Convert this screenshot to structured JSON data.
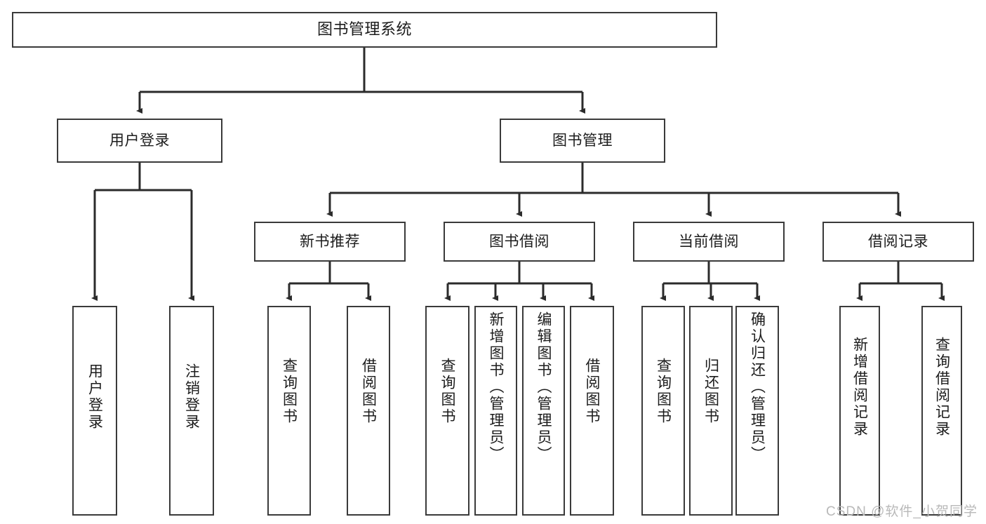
{
  "diagram": {
    "title": "图书管理系统",
    "type": "tree",
    "colors": {
      "box_border": "#3a3a3a",
      "box_fill": "#ffffff",
      "edge": "#2b2b2b",
      "text": "#1c1c1c",
      "watermark": "#b9b9b9",
      "background": "#ffffff"
    },
    "nodes": {
      "root": {
        "label": "图书管理系统"
      },
      "level2": [
        {
          "id": "user-login",
          "label": "用户登录"
        },
        {
          "id": "book-manage",
          "label": "图书管理"
        }
      ],
      "level3": [
        {
          "id": "new-book-rec",
          "label": "新书推荐"
        },
        {
          "id": "book-borrow",
          "label": "图书借阅"
        },
        {
          "id": "current-borrow",
          "label": "当前借阅"
        },
        {
          "id": "borrow-record",
          "label": "借阅记录"
        }
      ],
      "leaves": {
        "user_login": [
          {
            "id": "leaf-user-login",
            "label": "用户登录"
          },
          {
            "id": "leaf-logout",
            "label": "注销登录"
          }
        ],
        "new_book_rec": [
          {
            "id": "leaf-query-book-1",
            "label": "查询图书"
          },
          {
            "id": "leaf-borrow-book-1",
            "label": "借阅图书"
          }
        ],
        "book_borrow": [
          {
            "id": "leaf-query-book-2",
            "label": "查询图书"
          },
          {
            "id": "leaf-add-book",
            "label": "新增图书（管理员）"
          },
          {
            "id": "leaf-edit-book",
            "label": "编辑图书（管理员）"
          },
          {
            "id": "leaf-borrow-book-2",
            "label": "借阅图书"
          }
        ],
        "current_borrow": [
          {
            "id": "leaf-query-book-3",
            "label": "查询图书"
          },
          {
            "id": "leaf-return-book",
            "label": "归还图书"
          },
          {
            "id": "leaf-confirm-return",
            "label": "确认归还（管理员）"
          }
        ],
        "borrow_record": [
          {
            "id": "leaf-add-record",
            "label": "新增借阅记录"
          },
          {
            "id": "leaf-query-record",
            "label": "查询借阅记录"
          }
        ]
      }
    },
    "watermark": "CSDN @软件_小贺同学"
  }
}
